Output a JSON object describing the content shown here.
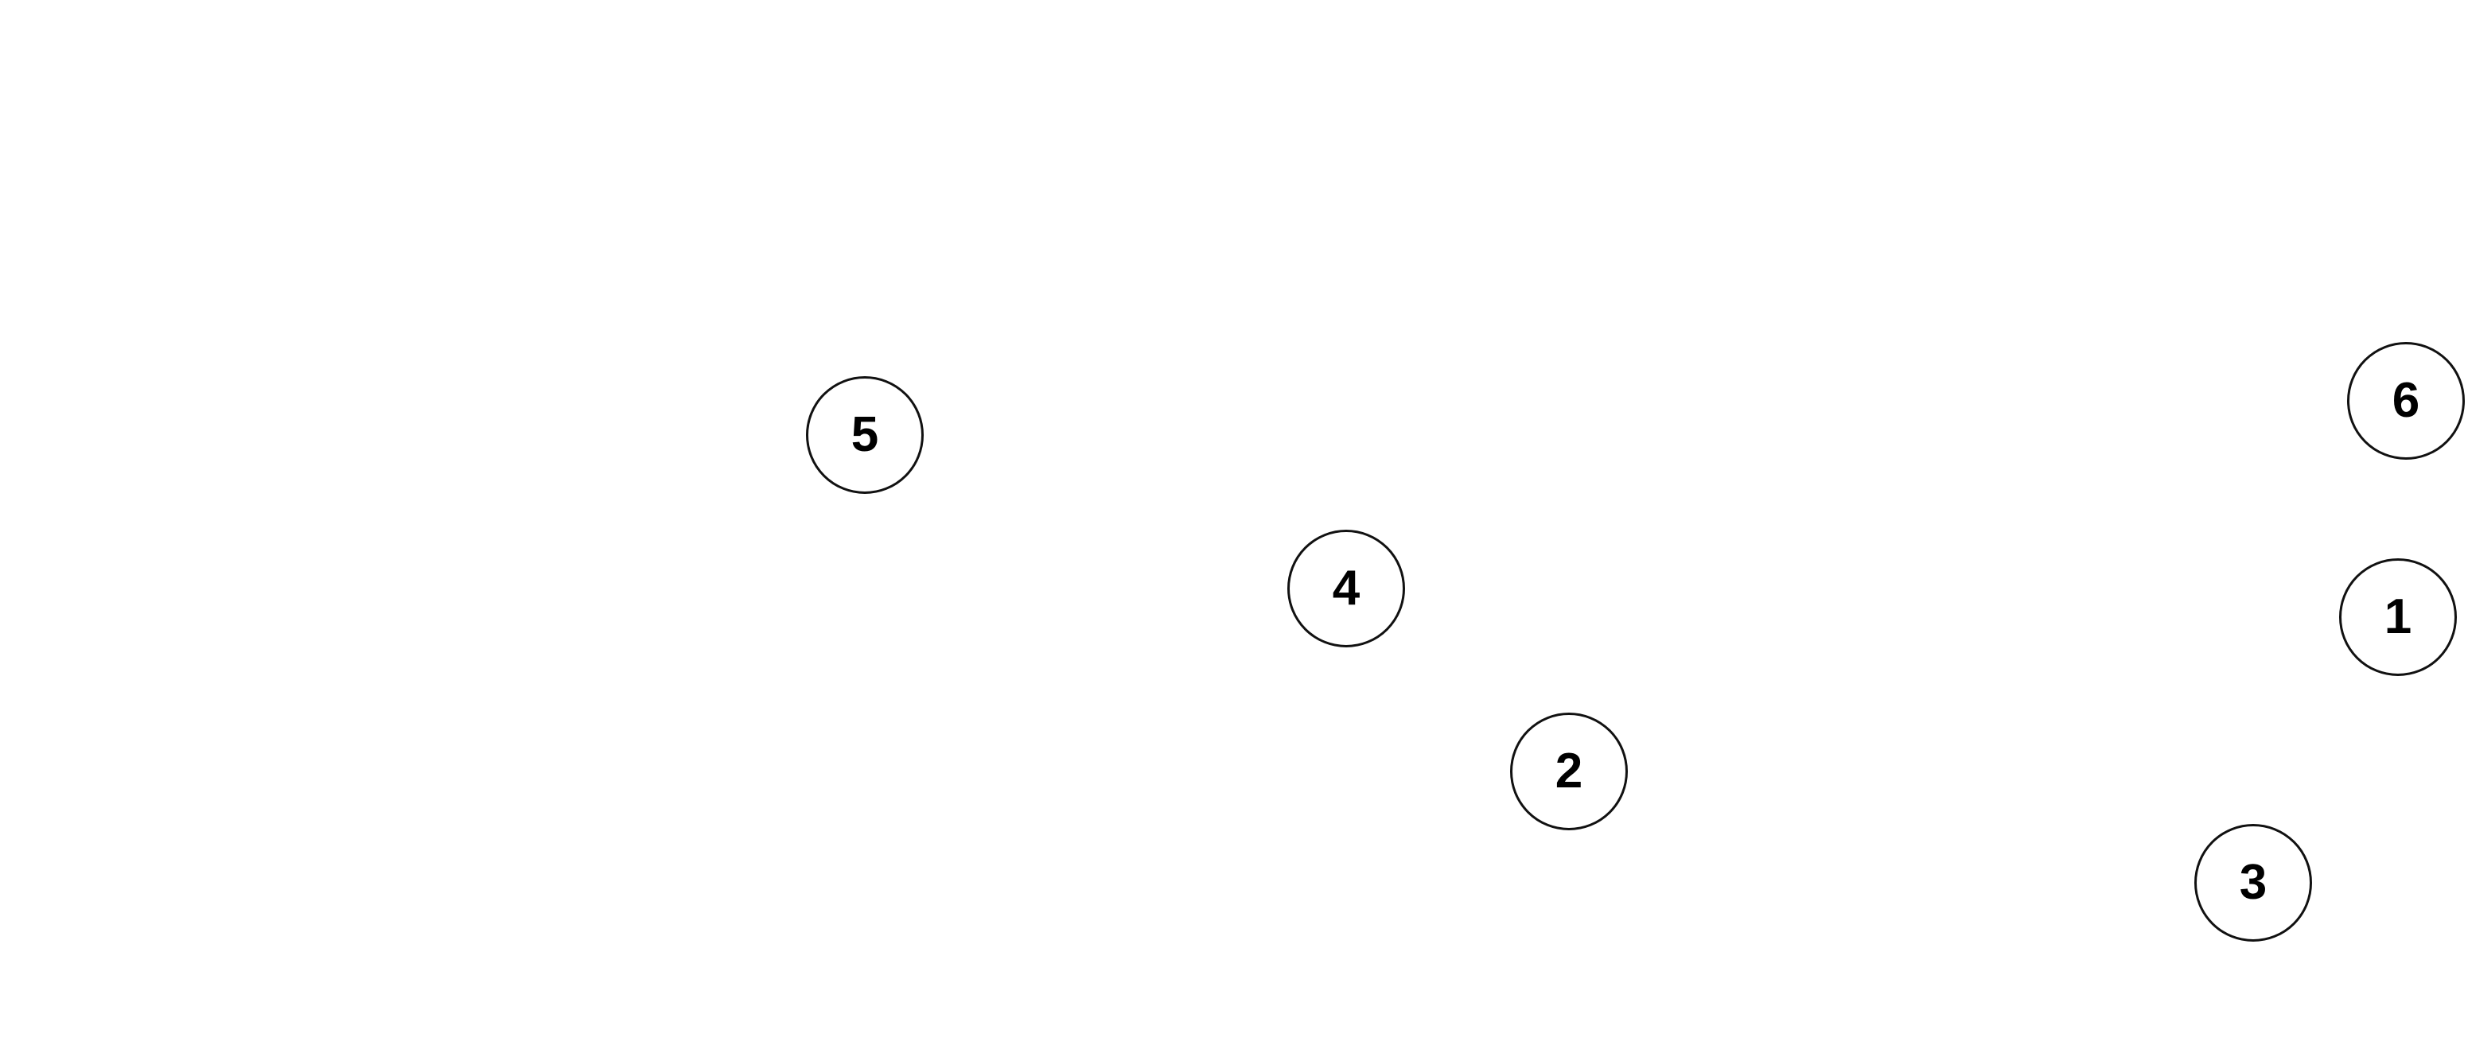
{
  "targets": [
    {
      "label": "1"
    },
    {
      "label": "2"
    },
    {
      "label": "3"
    },
    {
      "label": "4"
    },
    {
      "label": "5"
    },
    {
      "label": "6"
    }
  ],
  "colors": {
    "background": "#ffffff",
    "circle_border": "#111111",
    "label_text": "#000000"
  }
}
